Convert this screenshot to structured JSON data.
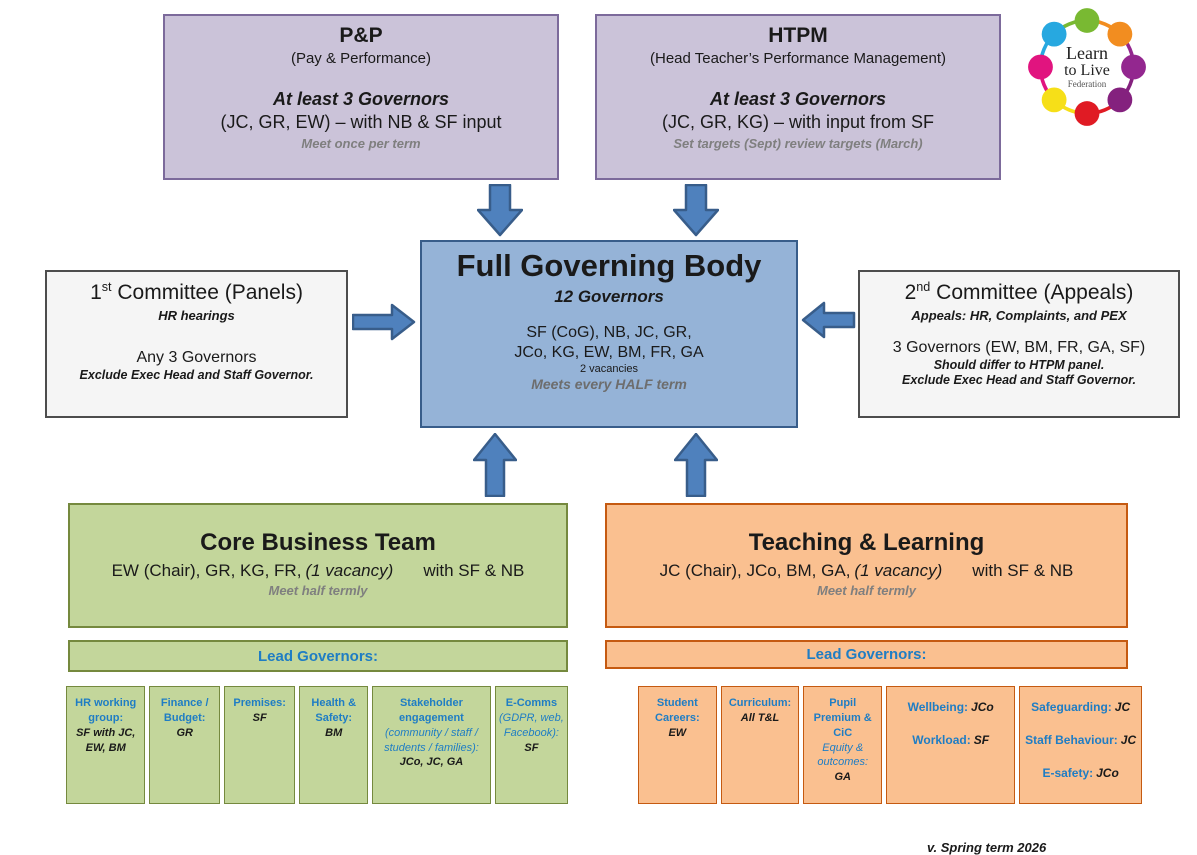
{
  "colors": {
    "arrow_blue": "#4f81bd",
    "label_blue": "#1f7dc4",
    "purple_fill": "#cbc3d9",
    "blue_fill": "#95b3d7",
    "green_fill": "#c3d69b",
    "orange_fill": "#fac090",
    "gray_fill": "#f5f5f5"
  },
  "logo": {
    "line1": "Learn",
    "line2": "to Live",
    "line3": "Federation",
    "ring_colors": [
      "#79b932",
      "#f28d20",
      "#93278f",
      "#84217e",
      "#e01b24",
      "#f6df18",
      "#e1147f",
      "#27a8e0"
    ]
  },
  "pp": {
    "title": "P&P",
    "subtitle": "(Pay & Performance)",
    "governors": "At least 3 Governors",
    "members": "(JC, GR, EW) – with NB & SF input",
    "note": "Meet once per term"
  },
  "htpm": {
    "title": "HTPM",
    "subtitle": "(Head Teacher’s Performance Management)",
    "governors": "At least 3 Governors",
    "members": "(JC, GR, KG) – with input from SF",
    "note": "Set targets (Sept) review targets (March)"
  },
  "committee1": {
    "number": "1",
    "ordinal": "st",
    "title": " Committee (Panels)",
    "subtitle": "HR hearings",
    "members": "Any 3 Governors",
    "note": "Exclude Exec Head and Staff Governor."
  },
  "fgb": {
    "title": "Full Governing Body",
    "subtitle": "12 Governors",
    "members1": "SF (CoG), NB, JC, GR,",
    "members2": "JCo, KG, EW, BM, FR, GA",
    "vacancies": "2 vacancies",
    "note": "Meets every HALF term"
  },
  "committee2": {
    "number": "2",
    "ordinal": "nd",
    "title": " Committee (Appeals)",
    "subtitle": "Appeals: HR, Complaints, and PEX",
    "members": "3 Governors (EW, BM, FR, GA, SF)",
    "note1": "Should differ to HTPM panel.",
    "note2": "Exclude Exec Head and Staff Governor."
  },
  "core_business": {
    "title": "Core Business Team",
    "members_pre": "EW (Chair), GR, KG, FR,",
    "members_vacancy": "(1 vacancy)",
    "members_post": "with SF & NB",
    "note": "Meet half termly",
    "lead_label": "Lead Governors:",
    "leads": [
      {
        "title": "HR working group:",
        "names": "SF with JC, EW, BM"
      },
      {
        "title": "Finance / Budget:",
        "names": "GR"
      },
      {
        "title": "Premises:",
        "names": "SF"
      },
      {
        "title": "Health & Safety:",
        "names": "BM"
      },
      {
        "title": "Stakeholder engagement",
        "subtitle": "(community / staff / students / families):",
        "names": "JCo, JC, GA"
      },
      {
        "title": "E-Comms",
        "subtitle": "(GDPR, web, Facebook):",
        "names": "SF"
      }
    ]
  },
  "teaching_learning": {
    "title": "Teaching & Learning",
    "members_pre": "JC (Chair), JCo, BM, GA,",
    "members_vacancy": "(1 vacancy)",
    "members_post": "with SF & NB",
    "note": "Meet half termly",
    "lead_label": "Lead Governors:",
    "leads": [
      {
        "title": "Student Careers:",
        "names": "EW"
      },
      {
        "title": "Curriculum:",
        "names": "All T&L"
      },
      {
        "title": "Pupil Premium & CiC",
        "subtitle": "Equity & outcomes:",
        "names": "GA"
      },
      {
        "lines": [
          {
            "label": "Wellbeing:",
            "name": "JCo"
          },
          {
            "label": "Workload:",
            "name": "SF"
          }
        ]
      },
      {
        "lines": [
          {
            "label": "Safeguarding:",
            "name": "JC"
          },
          {
            "label": "Staff Behaviour:",
            "name": "JC"
          },
          {
            "label": "E-safety:",
            "name": "JCo"
          }
        ]
      }
    ]
  },
  "version": "v. Spring term 2026"
}
